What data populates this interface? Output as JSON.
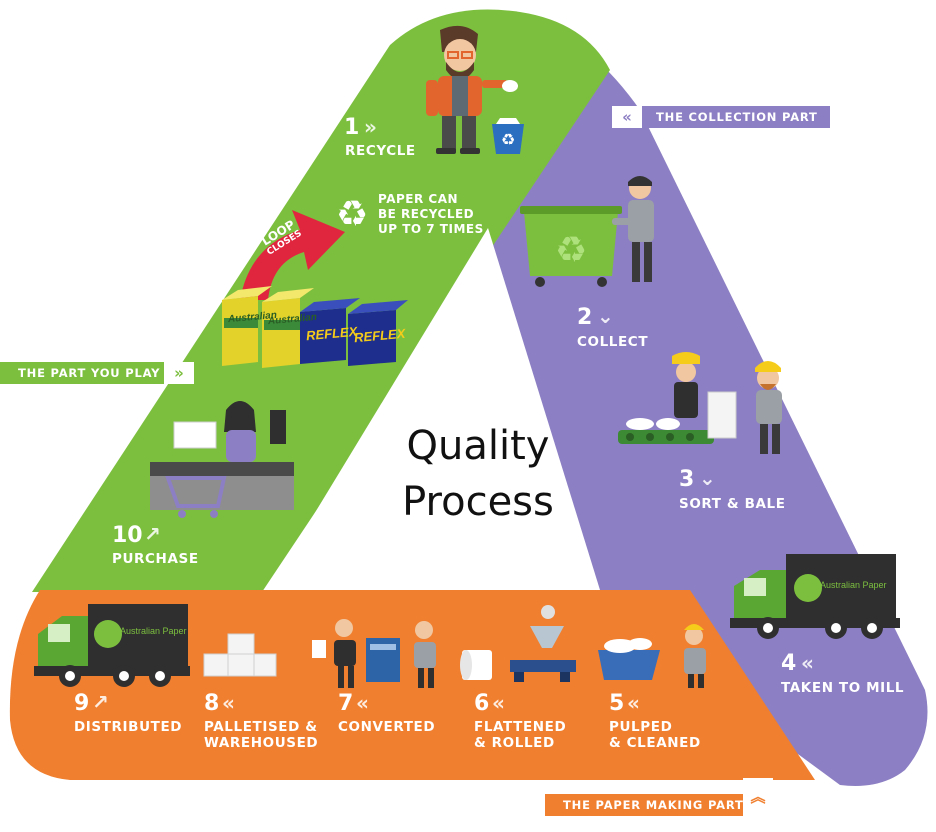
{
  "title": {
    "line1": "Quality",
    "line2": "Process"
  },
  "sections": {
    "part_you_play": "THE PART YOU PLAY",
    "collection_part": "THE COLLECTION PART",
    "paper_making_part": "THE PAPER MAKING PART"
  },
  "note": {
    "line1": "PAPER CAN",
    "line2": "BE RECYCLED",
    "line3": "UP TO 7 TIMES"
  },
  "loop": {
    "line1": "LOOP",
    "line2": "CLOSES"
  },
  "brands": {
    "australian": "Australian",
    "reflex": "REFLEX",
    "truck": "Australian Paper"
  },
  "steps": [
    {
      "num": "1",
      "label1": "RECYCLE",
      "label2": ""
    },
    {
      "num": "2",
      "label1": "COLLECT",
      "label2": ""
    },
    {
      "num": "3",
      "label1": "SORT & BALE",
      "label2": ""
    },
    {
      "num": "4",
      "label1": "TAKEN TO MILL",
      "label2": ""
    },
    {
      "num": "5",
      "label1": "PULPED",
      "label2": "& CLEANED"
    },
    {
      "num": "6",
      "label1": "FLATTENED",
      "label2": "& ROLLED"
    },
    {
      "num": "7",
      "label1": "CONVERTED",
      "label2": ""
    },
    {
      "num": "8",
      "label1": "PALLETISED &",
      "label2": "WAREHOUSED"
    },
    {
      "num": "9",
      "label1": "DISTRIBUTED",
      "label2": ""
    },
    {
      "num": "10",
      "label1": "PURCHASE",
      "label2": ""
    }
  ],
  "colors": {
    "green": "#7cbf3f",
    "purple": "#8d7fc3",
    "orange": "#f07f2f",
    "red_arrow": "#e0263f"
  }
}
